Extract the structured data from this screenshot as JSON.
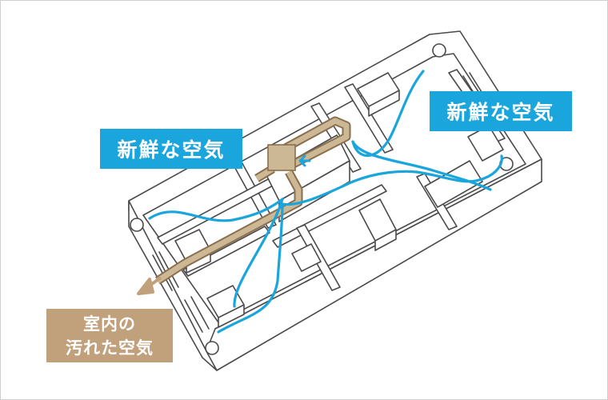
{
  "labels": {
    "fresh_air_left": "新鮮な空気",
    "fresh_air_right": "新鮮な空気",
    "stale_air_line1": "室内の",
    "stale_air_line2": "汚れた空気"
  },
  "colors": {
    "fresh_air": "#1aa5dc",
    "stale_air": "#c1a07c",
    "walls": "#4a4a4a",
    "duct_fill": "#cdb896",
    "duct_stroke": "#8a6f4e"
  },
  "icons": {
    "exhaust_arrow": "arrow-left-icon",
    "supply_arrow": "arrow-left-icon"
  }
}
